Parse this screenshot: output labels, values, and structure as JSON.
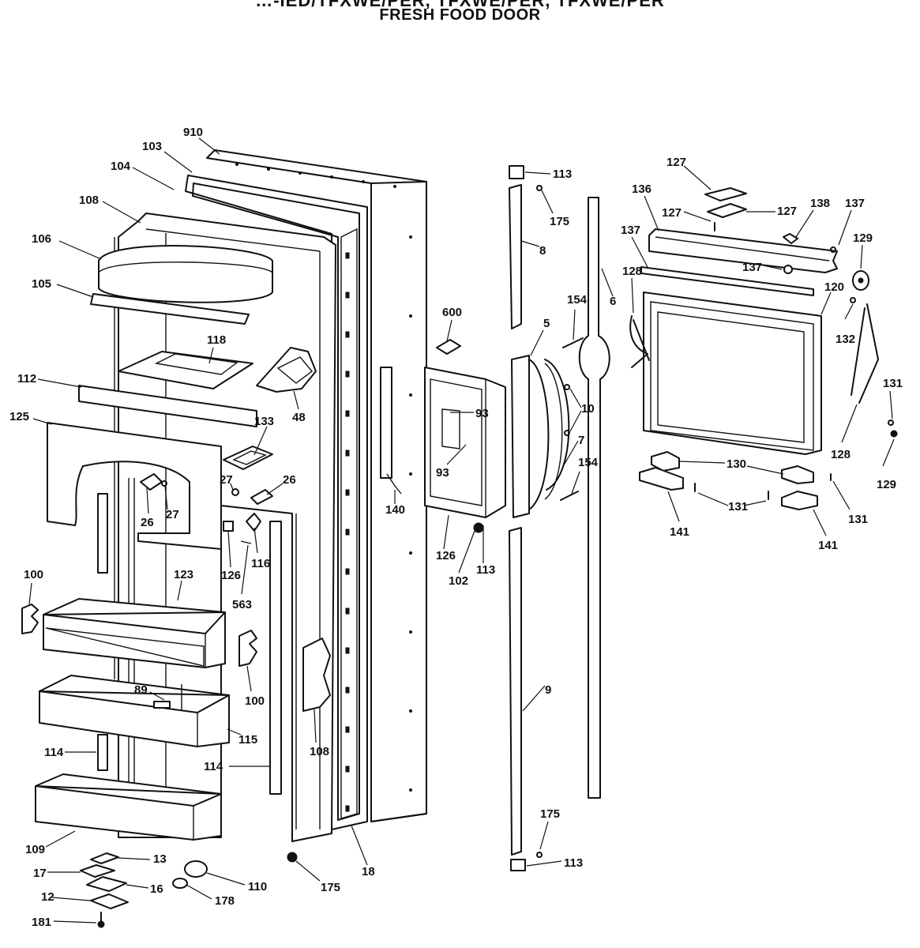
{
  "header": {
    "title_top": "…-IED/TFXWE/PER, TFXWE/PER, TFXWE/PER",
    "title_sub": "FRESH FOOD DOOR"
  },
  "callouts": [
    {
      "id": "910",
      "text": "910"
    },
    {
      "id": "103",
      "text": "103"
    },
    {
      "id": "104",
      "text": "104"
    },
    {
      "id": "108a",
      "text": "108"
    },
    {
      "id": "106",
      "text": "106"
    },
    {
      "id": "105",
      "text": "105"
    },
    {
      "id": "118",
      "text": "118"
    },
    {
      "id": "112",
      "text": "112"
    },
    {
      "id": "125",
      "text": "125"
    },
    {
      "id": "133",
      "text": "133"
    },
    {
      "id": "48",
      "text": "48"
    },
    {
      "id": "27a",
      "text": "27"
    },
    {
      "id": "26a",
      "text": "26"
    },
    {
      "id": "26b",
      "text": "26"
    },
    {
      "id": "27b",
      "text": "27"
    },
    {
      "id": "126a",
      "text": "126"
    },
    {
      "id": "116",
      "text": "116"
    },
    {
      "id": "563",
      "text": "563"
    },
    {
      "id": "100a",
      "text": "100"
    },
    {
      "id": "123",
      "text": "123"
    },
    {
      "id": "100b",
      "text": "100"
    },
    {
      "id": "89",
      "text": "89"
    },
    {
      "id": "115",
      "text": "115"
    },
    {
      "id": "114a",
      "text": "114"
    },
    {
      "id": "114b",
      "text": "114"
    },
    {
      "id": "108b",
      "text": "108"
    },
    {
      "id": "109",
      "text": "109"
    },
    {
      "id": "13",
      "text": "13"
    },
    {
      "id": "17",
      "text": "17"
    },
    {
      "id": "16",
      "text": "16"
    },
    {
      "id": "12",
      "text": "12"
    },
    {
      "id": "181",
      "text": "181"
    },
    {
      "id": "110",
      "text": "110"
    },
    {
      "id": "178",
      "text": "178"
    },
    {
      "id": "175a",
      "text": "175"
    },
    {
      "id": "18",
      "text": "18"
    },
    {
      "id": "140",
      "text": "140"
    },
    {
      "id": "600",
      "text": "600"
    },
    {
      "id": "93a",
      "text": "93"
    },
    {
      "id": "93b",
      "text": "93"
    },
    {
      "id": "126b",
      "text": "126"
    },
    {
      "id": "102",
      "text": "102"
    },
    {
      "id": "113a",
      "text": "113"
    },
    {
      "id": "113b",
      "text": "113"
    },
    {
      "id": "175b",
      "text": "175"
    },
    {
      "id": "8",
      "text": "8"
    },
    {
      "id": "5",
      "text": "5"
    },
    {
      "id": "154a",
      "text": "154"
    },
    {
      "id": "10",
      "text": "10"
    },
    {
      "id": "7",
      "text": "7"
    },
    {
      "id": "154b",
      "text": "154"
    },
    {
      "id": "6",
      "text": "6"
    },
    {
      "id": "9",
      "text": "9"
    },
    {
      "id": "175c",
      "text": "175"
    },
    {
      "id": "113c",
      "text": "113"
    },
    {
      "id": "127a",
      "text": "127"
    },
    {
      "id": "136",
      "text": "136"
    },
    {
      "id": "127b",
      "text": "127"
    },
    {
      "id": "127c",
      "text": "127"
    },
    {
      "id": "138",
      "text": "138"
    },
    {
      "id": "137a",
      "text": "137"
    },
    {
      "id": "137b",
      "text": "137"
    },
    {
      "id": "137c",
      "text": "137"
    },
    {
      "id": "129a",
      "text": "129"
    },
    {
      "id": "128a",
      "text": "128"
    },
    {
      "id": "120",
      "text": "120"
    },
    {
      "id": "132",
      "text": "132"
    },
    {
      "id": "131a",
      "text": "131"
    },
    {
      "id": "128b",
      "text": "128"
    },
    {
      "id": "129b",
      "text": "129"
    },
    {
      "id": "130",
      "text": "130"
    },
    {
      "id": "131b",
      "text": "131"
    },
    {
      "id": "131c",
      "text": "131"
    },
    {
      "id": "141a",
      "text": "141"
    },
    {
      "id": "141b",
      "text": "141"
    }
  ]
}
